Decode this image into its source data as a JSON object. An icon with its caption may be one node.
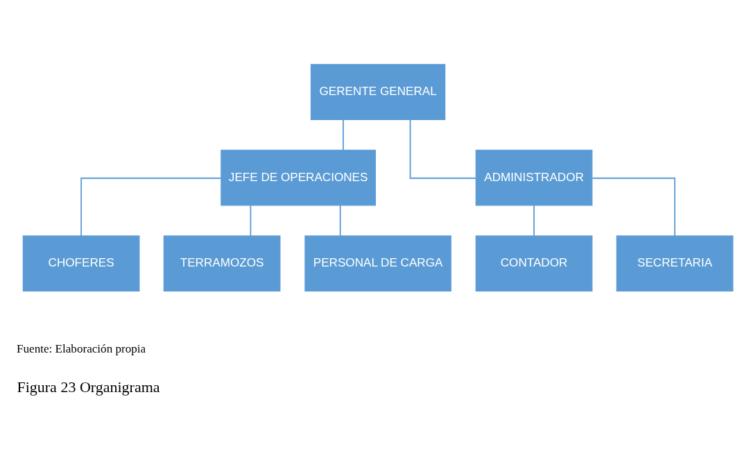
{
  "diagram": {
    "caption": "Figura 23 Organigrama",
    "nodes": [
      {
        "text": [
          "GERENTE GENERAL"
        ]
      },
      {
        "text": [
          "JEFE DE OPERACIONES"
        ]
      },
      {
        "text": [
          "ADMINISTRADOR"
        ]
      },
      {
        "text": [
          "CHOFERES"
        ]
      },
      {
        "text": [
          "TERRAMOZOS"
        ]
      },
      {
        "text": [
          "PERSONAL DE CARGA"
        ]
      },
      {
        "text": [
          "CONTADOR"
        ]
      },
      {
        "text": [
          "SECRETARIA"
        ]
      }
    ],
    "edges": [
      {
        "from": 0,
        "to": 1,
        "arrow": "none"
      },
      {
        "from": 0,
        "to": 2,
        "arrow": "none"
      },
      {
        "from": 1,
        "to": 3,
        "arrow": "none"
      },
      {
        "from": 1,
        "to": 4,
        "arrow": "none"
      },
      {
        "from": 1,
        "to": 5,
        "arrow": "none"
      },
      {
        "from": 2,
        "to": 6,
        "arrow": "none"
      },
      {
        "from": 2,
        "to": 7,
        "arrow": "none"
      }
    ],
    "labels": [
      "Fuente: Elaboración propia"
    ]
  }
}
